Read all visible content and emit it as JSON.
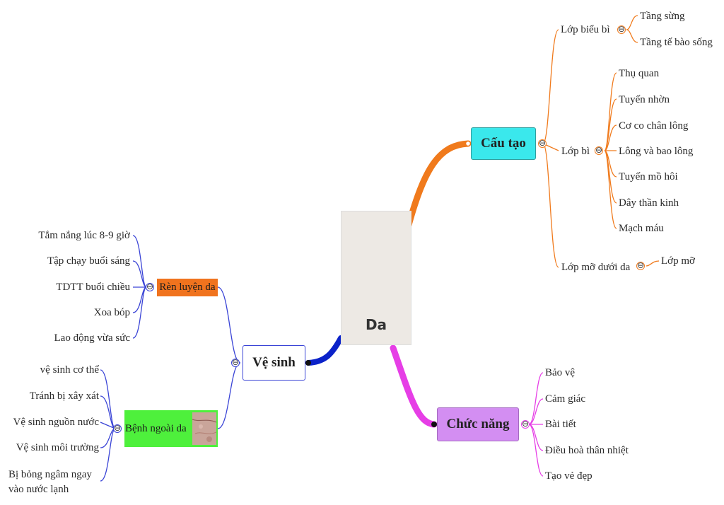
{
  "colors": {
    "orange": "#f07a1c",
    "blue": "#3a44d6",
    "magenta": "#e63ee6",
    "cyan": "#3ae8ec",
    "violet": "#d38ef2",
    "tealine": "#2e9e9e",
    "green": "#4ef03c",
    "darkorange": "#f0731e",
    "navy": "#0b22c9"
  },
  "icons": {
    "collapse": "⊖"
  },
  "center": {
    "label": "Da"
  },
  "branches": {
    "cau_tao": {
      "label": "Cấu tạo",
      "children": {
        "lop_bieu_bi": {
          "label": "Lớp biểu bì",
          "leaves": [
            "Tầng sừng",
            "Tầng tế bào sống"
          ]
        },
        "lop_bi": {
          "label": "Lớp bì",
          "leaves": [
            "Thụ quan",
            "Tuyến nhờn",
            "Cơ co chân lông",
            "Lông và bao lông",
            "Tuyến mồ hôi",
            "Dây thần kinh",
            "Mạch máu"
          ]
        },
        "lop_mo": {
          "label": "Lớp mỡ dưới da",
          "leaves": [
            "Lớp mỡ"
          ]
        }
      }
    },
    "chuc_nang": {
      "label": "Chức năng",
      "leaves": [
        "Bảo vệ",
        "Cảm giác",
        "Bài tiết",
        "Điều hoà thân nhiệt",
        "Tạo vẻ đẹp"
      ]
    },
    "ve_sinh": {
      "label": "Vệ sinh",
      "children": {
        "ren_luyen": {
          "label": "Rèn luyện da",
          "leaves": [
            "Tắm nắng lúc 8-9 giờ",
            "Tập chạy buổi sáng",
            "TDTT buổi chiều",
            "Xoa bóp",
            "Lao động vừa sức"
          ]
        },
        "benh_ngoai_da": {
          "label": "Bệnh ngoài da",
          "leaves": [
            "vệ sinh cơ thể",
            "Tránh bị xây xát",
            "Vệ sinh nguồn nước",
            "Vệ sinh môi trường",
            "Bị bỏng ngâm ngay",
            "vào nước lạnh"
          ]
        }
      }
    }
  }
}
